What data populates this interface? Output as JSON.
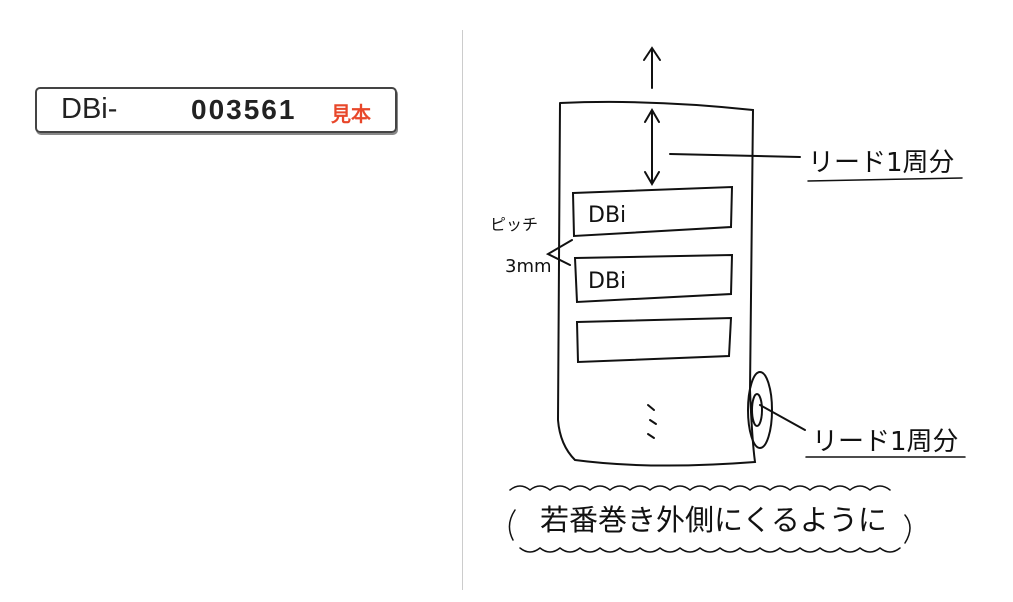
{
  "label": {
    "prefix": "DBi-",
    "number": "003561",
    "sample_mark": "見本",
    "sample_color": "#e8472a"
  },
  "sketch": {
    "lead_top": "リード1周分",
    "lead_bottom": "リード1周分",
    "pitch_label": "ピッチ",
    "pitch_value": "3mm",
    "label_texts": [
      "DBi",
      "DBi"
    ],
    "note": "若番巻き外側にくるように"
  }
}
